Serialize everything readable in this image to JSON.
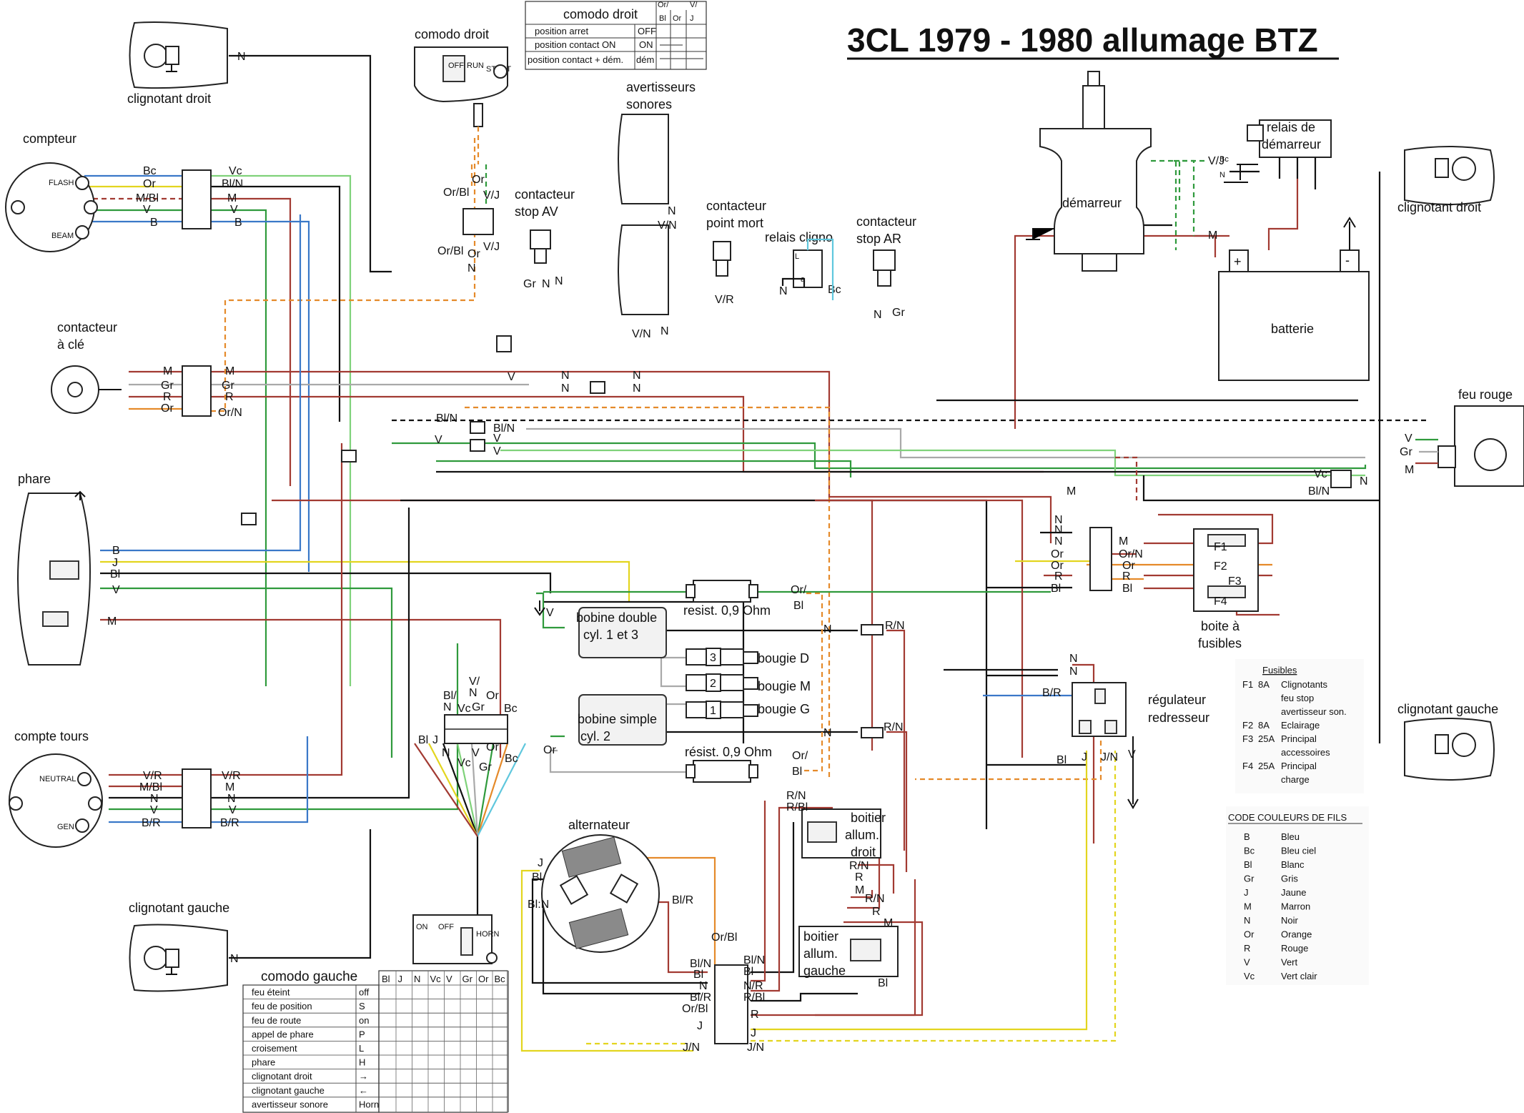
{
  "title": "3CL 1979 - 1980 allumage BTZ",
  "components": {
    "clignotant_droit_top": "clignotant droit",
    "compteur": "compteur",
    "contacteur_cle_1": "contacteur",
    "contacteur_cle_2": "à clé",
    "phare": "phare",
    "compte_tours": "compte tours",
    "clignotant_gauche_left": "clignotant gauche",
    "comodo_droit": "comodo droit",
    "avertisseurs_1": "avertisseurs",
    "avertisseurs_2": "sonores",
    "contacteur_stop_av_1": "contacteur",
    "contacteur_stop_av_2": "stop AV",
    "contacteur_point_mort_1": "contacteur",
    "contacteur_point_mort_2": "point mort",
    "relais_cligno": "relais cligno",
    "contacteur_stop_ar_1": "contacteur",
    "contacteur_stop_ar_2": "stop AR",
    "demarreur": "démarreur",
    "relais_demarreur_1": "relais de",
    "relais_demarreur_2": "démarreur",
    "batterie": "batterie",
    "clignotant_droit_right": "clignotant droit",
    "feu_rouge": "feu rouge",
    "clignotant_gauche_right": "clignotant gauche",
    "boite_fusibles_1": "boite à",
    "boite_fusibles_2": "fusibles",
    "regulateur_1": "régulateur",
    "regulateur_2": "redresseur",
    "bobine_double_1": "bobine double",
    "bobine_double_2": "cyl. 1 et 3",
    "bobine_simple_1": "bobine simple",
    "bobine_simple_2": "cyl. 2",
    "resist_1": "resist. 0,9 Ohm",
    "resist_2": "résist. 0,9 Ohm",
    "bougie_d": "bougie D",
    "bougie_m": "bougie M",
    "bougie_g": "bougie G",
    "alternateur": "alternateur",
    "boitier_droit_1": "boitier",
    "boitier_droit_2": "allum.",
    "boitier_droit_3": "droit",
    "boitier_gauche_1": "boitier",
    "boitier_gauche_2": "allum.",
    "boitier_gauche_3": "gauche",
    "comodo_gauche": "comodo gauche"
  },
  "gauge_marks": {
    "flash": "FLASH",
    "beam": "BEAM",
    "neutral": "NEUTRAL",
    "gen": "GEN",
    "off": "OFF",
    "run": "RUN",
    "start": "START",
    "on": "ON",
    "horn": "HORN"
  },
  "comodo_droit_table": {
    "title": "comodo droit",
    "headers": [
      "Or/",
      "Bl",
      "Or",
      "J",
      "V/"
    ],
    "rows": [
      {
        "label": "position arret",
        "code": "OFF"
      },
      {
        "label": "position contact ON",
        "code": "ON"
      },
      {
        "label": "position contact + dém.",
        "code": "dém"
      }
    ]
  },
  "comodo_gauche_table": {
    "headers": [
      "Bl",
      "J",
      "N",
      "Vc",
      "V",
      "Gr",
      "Or",
      "Bc"
    ],
    "rows": [
      {
        "label": "feu éteint",
        "code": "off"
      },
      {
        "label": "feu de position",
        "code": "S"
      },
      {
        "label": "feu de route",
        "code": "on"
      },
      {
        "label": "appel de phare",
        "code": "P"
      },
      {
        "label": "croisement",
        "code": "L"
      },
      {
        "label": "phare",
        "code": "H"
      },
      {
        "label": "clignotant droit",
        "code": "→"
      },
      {
        "label": "clignotant gauche",
        "code": "←"
      },
      {
        "label": "avertisseur sonore",
        "code": "Horn"
      }
    ]
  },
  "fuses": {
    "title": "Fusibles",
    "labels": [
      "F1",
      "F2",
      "F3",
      "F4"
    ],
    "items": [
      {
        "id": "F1",
        "rating": "8A",
        "lines": [
          "Clignotants",
          "feu stop",
          "avertisseur son."
        ]
      },
      {
        "id": "F2",
        "rating": "8A",
        "lines": [
          "Eclairage"
        ]
      },
      {
        "id": "F3",
        "rating": "25A",
        "lines": [
          "Principal",
          "accessoires"
        ]
      },
      {
        "id": "F4",
        "rating": "25A",
        "lines": [
          "Principal",
          "charge"
        ]
      }
    ]
  },
  "color_code": {
    "title": "CODE COULEURS DE FILS",
    "items": [
      {
        "code": "B",
        "name": "Bleu"
      },
      {
        "code": "Bc",
        "name": "Bleu ciel"
      },
      {
        "code": "Bl",
        "name": "Blanc"
      },
      {
        "code": "Gr",
        "name": "Gris"
      },
      {
        "code": "J",
        "name": "Jaune"
      },
      {
        "code": "M",
        "name": "Marron"
      },
      {
        "code": "N",
        "name": "Noir"
      },
      {
        "code": "Or",
        "name": "Orange"
      },
      {
        "code": "R",
        "name": "Rouge"
      },
      {
        "code": "V",
        "name": "Vert"
      },
      {
        "code": "Vc",
        "name": "Vert clair"
      }
    ]
  },
  "plugs": [
    "1",
    "2",
    "3"
  ],
  "battery_terminals": [
    "+",
    "-"
  ],
  "wire_colors": {
    "noir": "#111111",
    "marron": "#a23a32",
    "vert": "#2f9a3c",
    "vert_clair": "#7fd27a",
    "jaune": "#e3d51f",
    "orange": "#e58a2a",
    "bleu": "#3a78c8",
    "bleu_ciel": "#5fc7dd",
    "gris": "#a9a9a9"
  }
}
